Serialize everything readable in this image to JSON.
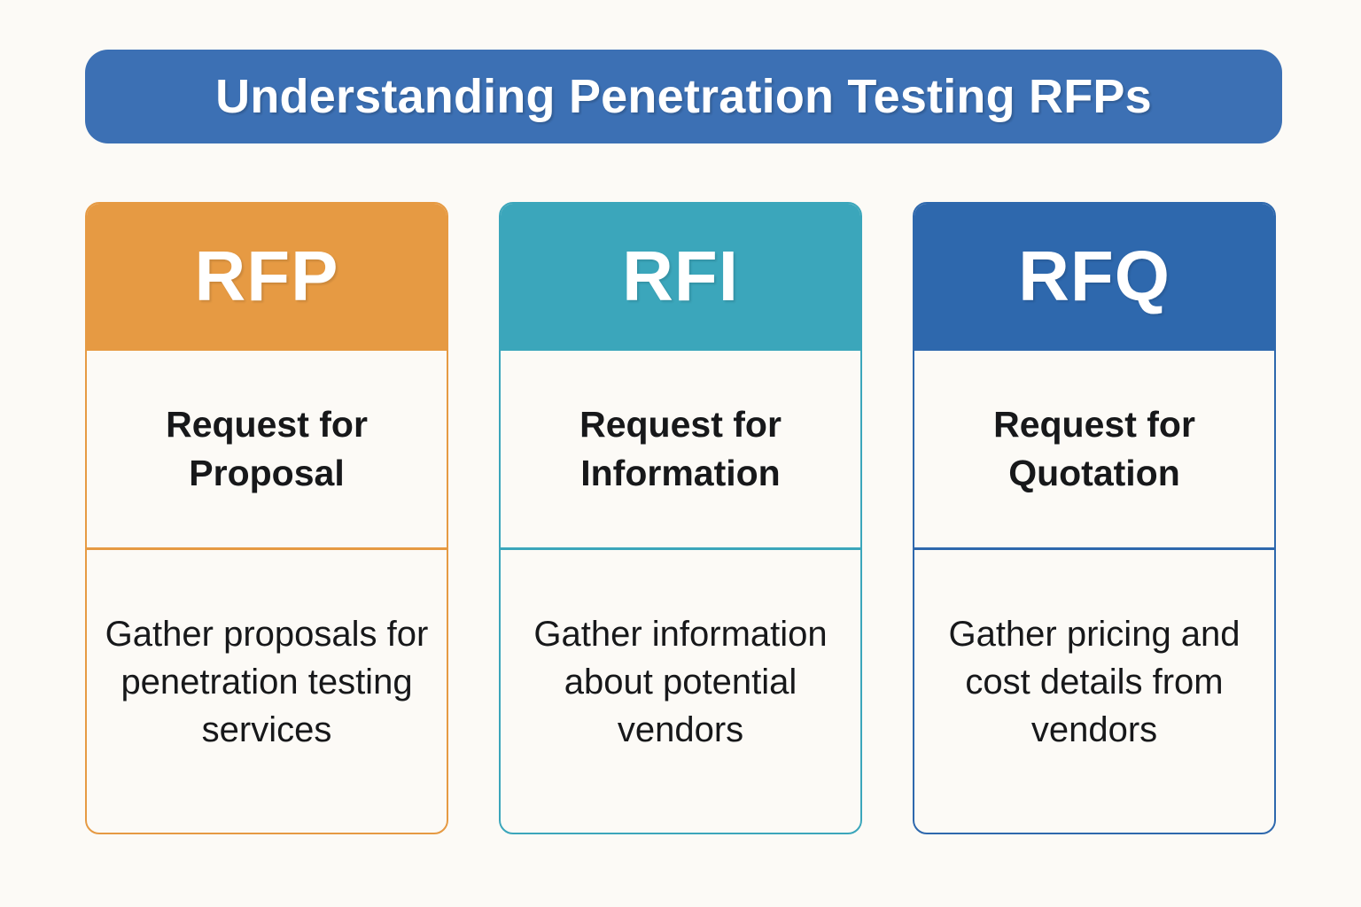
{
  "page": {
    "background_color": "#FCFAF6",
    "text_color": "#17181A"
  },
  "header": {
    "title": "Understanding Penetration Testing RFPs",
    "background_color": "#3C70B4",
    "text_color": "#FFFFFF"
  },
  "cards": [
    {
      "abbr": "RFP",
      "title": "Request for Proposal",
      "description": "Gather proposals for penetration testing services",
      "accent_color": "#E69A43",
      "abbr_text_color": "#FFFFFF"
    },
    {
      "abbr": "RFI",
      "title": "Request for Information",
      "description": "Gather information about potential vendors",
      "accent_color": "#3BA6BB",
      "abbr_text_color": "#FFFFFF"
    },
    {
      "abbr": "RFQ",
      "title": "Request for Quotation",
      "description": "Gather pricing and cost details from vendors",
      "accent_color": "#2E68AD",
      "abbr_text_color": "#FFFFFF"
    }
  ]
}
